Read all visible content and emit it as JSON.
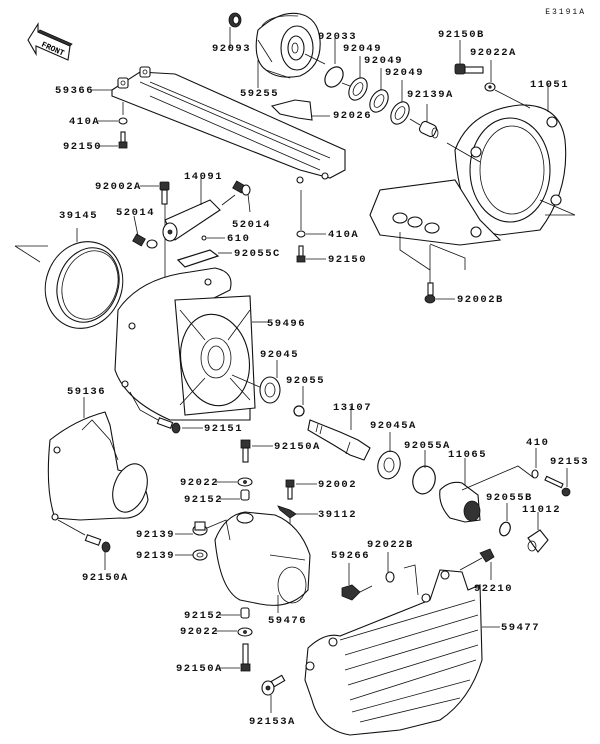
{
  "diagram": {
    "code": "E3191A",
    "front_indicator": "FRONT",
    "parts": [
      {
        "id": "92093"
      },
      {
        "id": "59255"
      },
      {
        "id": "92033"
      },
      {
        "id": "92049a",
        "label": "92049"
      },
      {
        "id": "92049b",
        "label": "92049"
      },
      {
        "id": "92049c",
        "label": "92049"
      },
      {
        "id": "92150B"
      },
      {
        "id": "92022A"
      },
      {
        "id": "11051"
      },
      {
        "id": "92139A"
      },
      {
        "id": "92026"
      },
      {
        "id": "59366"
      },
      {
        "id": "410A_1",
        "label": "410A"
      },
      {
        "id": "92150_1",
        "label": "92150"
      },
      {
        "id": "92002A"
      },
      {
        "id": "14091"
      },
      {
        "id": "52014a",
        "label": "52014"
      },
      {
        "id": "52014b",
        "label": "52014"
      },
      {
        "id": "39145"
      },
      {
        "id": "610"
      },
      {
        "id": "92055C"
      },
      {
        "id": "410A_2",
        "label": "410A"
      },
      {
        "id": "92150_2",
        "label": "92150"
      },
      {
        "id": "92002B"
      },
      {
        "id": "59496"
      },
      {
        "id": "92045"
      },
      {
        "id": "92055"
      },
      {
        "id": "59136"
      },
      {
        "id": "92151"
      },
      {
        "id": "13107"
      },
      {
        "id": "92045A"
      },
      {
        "id": "92150A_1",
        "label": "92150A"
      },
      {
        "id": "92055A"
      },
      {
        "id": "11065"
      },
      {
        "id": "410"
      },
      {
        "id": "92153"
      },
      {
        "id": "92022_1",
        "label": "92022"
      },
      {
        "id": "92002"
      },
      {
        "id": "92152_1",
        "label": "92152"
      },
      {
        "id": "39112"
      },
      {
        "id": "92055B"
      },
      {
        "id": "11012"
      },
      {
        "id": "92139_1",
        "label": "92139"
      },
      {
        "id": "92139_2",
        "label": "92139"
      },
      {
        "id": "92150A_2",
        "label": "92150A"
      },
      {
        "id": "92022B"
      },
      {
        "id": "59266"
      },
      {
        "id": "92210"
      },
      {
        "id": "92152_2",
        "label": "92152"
      },
      {
        "id": "59476"
      },
      {
        "id": "59477"
      },
      {
        "id": "92022_2",
        "label": "92022"
      },
      {
        "id": "92150A_3",
        "label": "92150A"
      },
      {
        "id": "92153A"
      }
    ]
  },
  "labels": {
    "l92093": "92093",
    "l59255": "59255",
    "l92033": "92033",
    "l92049a": "92049",
    "l92049b": "92049",
    "l92049c": "92049",
    "l92150B": "92150B",
    "l92022A": "92022A",
    "l11051": "11051",
    "l92139A": "92139A",
    "l92026": "92026",
    "l59366": "59366",
    "l410A1": "410A",
    "l92150_1": "92150",
    "l92002A": "92002A",
    "l14091": "14091",
    "l52014a": "52014",
    "l52014b": "52014",
    "l39145": "39145",
    "l610": "610",
    "l92055C": "92055C",
    "l410A2": "410A",
    "l92150_2": "92150",
    "l92002B": "92002B",
    "l59496": "59496",
    "l92045": "92045",
    "l92055": "92055",
    "l59136": "59136",
    "l92151": "92151",
    "l13107": "13107",
    "l92045A": "92045A",
    "l92150A1": "92150A",
    "l92055A": "92055A",
    "l11065": "11065",
    "l410": "410",
    "l92153": "92153",
    "l92022_1": "92022",
    "l92002": "92002",
    "l92152_1": "92152",
    "l39112": "39112",
    "l92055B": "92055B",
    "l11012": "11012",
    "l92139_1": "92139",
    "l92139_2": "92139",
    "l92150A2": "92150A",
    "l92022B": "92022B",
    "l59266": "59266",
    "l92210": "92210",
    "l92152_2": "92152",
    "l59476": "59476",
    "l59477": "59477",
    "l92022_2": "92022",
    "l92150A3": "92150A",
    "l92153A": "92153A"
  }
}
